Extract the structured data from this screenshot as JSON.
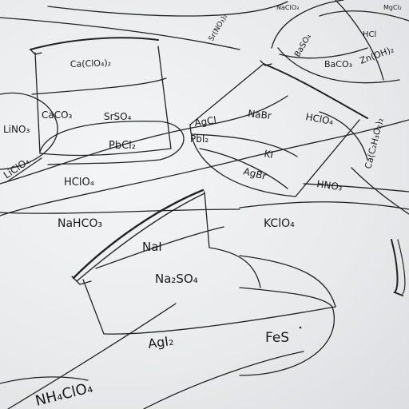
{
  "photo": {
    "subject": "Venn-style diagram of chemical compounds with beakers on paper",
    "colors": {
      "paper": "#eeeff1",
      "ink": "#1a1a1a"
    },
    "labels": {
      "ca_clo4": "Ca(ClO₄)₂",
      "caco3": "CaCO₃",
      "srso4": "SrSO₄",
      "lino3": "LiNO₃",
      "pbcl2": "PbCl₂",
      "liclo4": "LiClO₄",
      "hclo4_left": "HClO₄",
      "nahco3": "NaHCO₃",
      "agcl": "AgCl",
      "nabr": "NaBr",
      "hclo4_right": "HClO₄",
      "pbi2": "PbI₂",
      "ki": "KI",
      "agbr": "AgBr",
      "hno3": "HNO₃",
      "kclo4": "KClO₄",
      "nai": "NaI",
      "na2so4": "Na₂SO₄",
      "agi2": "AgI₂",
      "fes": "FeS",
      "nh4clo4": "NH₄ClO₄",
      "sr_no3_2": "Sr(NO₃)₂",
      "baso4": "BaSO₄",
      "baco3": "BaCO₃",
      "zn_oh_2": "Zn(OH)₂",
      "hcl": "HCl",
      "naclo3": "NaClO₃",
      "mgcl2_top": "MgCl₂",
      "ca_c2h3o2_2": "Ca(C₂H₃O₂)₂"
    }
  }
}
